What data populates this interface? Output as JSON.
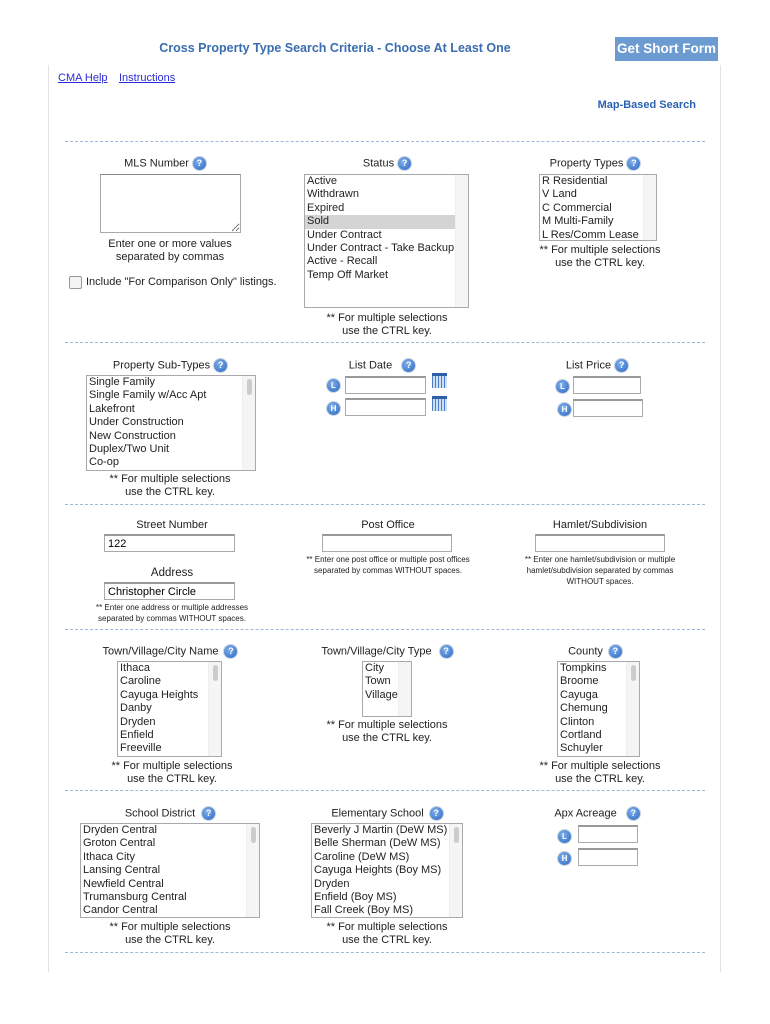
{
  "header": {
    "title": "Cross Property Type Search Criteria - Choose At Least One",
    "short_form_button": "Get Short Form",
    "links": [
      "CMA Help",
      "Instructions"
    ],
    "map_search": "Map-Based Search"
  },
  "help_glyph": "?",
  "low_glyph": "L",
  "high_glyph": "H",
  "ctrl_note": [
    "** For multiple selections",
    "use the CTRL key."
  ],
  "mls": {
    "label": "MLS Number",
    "value": "",
    "hint": [
      "Enter one or more values",
      "separated by commas"
    ],
    "comparison_checkbox": "Include \"For Comparison Only\" listings.",
    "comparison_checked": false
  },
  "status": {
    "label": "Status",
    "options": [
      "Active",
      "Withdrawn",
      "Expired",
      "Sold",
      "Under Contract",
      "Under Contract - Take Backup",
      "Active - Recall",
      "Temp Off Market"
    ],
    "selected": "Sold"
  },
  "property_types": {
    "label": "Property Types",
    "options": [
      "R Residential",
      "V Land",
      "C Commercial",
      "M Multi-Family",
      "L Res/Comm Lease"
    ]
  },
  "sub_types": {
    "label": "Property Sub-Types",
    "options": [
      "Single Family",
      "Single Family w/Acc Apt",
      "Lakefront",
      "Under Construction",
      "New Construction",
      "Duplex/Two Unit",
      "Co-op"
    ]
  },
  "list_date": {
    "label": "List Date",
    "low": "",
    "high": ""
  },
  "list_price": {
    "label": "List Price",
    "low": "",
    "high": ""
  },
  "street_number": {
    "label": "Street Number",
    "value": "122"
  },
  "address": {
    "label": "Address",
    "value": "Christopher Circle",
    "hint": [
      "** Enter one address or multiple addresses",
      "separated by commas WITHOUT spaces."
    ]
  },
  "post_office": {
    "label": "Post Office",
    "value": "",
    "hint": [
      "** Enter one post office or multiple post offices",
      "separated by commas WITHOUT spaces."
    ]
  },
  "hamlet": {
    "label": "Hamlet/Subdivision",
    "value": "",
    "hint": [
      "** Enter one hamlet/subdivision or multiple",
      "hamlet/subdivision separated by commas",
      "WITHOUT spaces."
    ]
  },
  "town_name": {
    "label": "Town/Village/City Name",
    "options": [
      "Ithaca",
      "Caroline",
      "Cayuga Heights",
      "Danby",
      "Dryden",
      "Enfield",
      "Freeville"
    ]
  },
  "town_type": {
    "label": "Town/Village/City Type",
    "options": [
      "City",
      "Town",
      "Village"
    ]
  },
  "county": {
    "label": "County",
    "options": [
      "Tompkins",
      "Broome",
      "Cayuga",
      "Chemung",
      "Clinton",
      "Cortland",
      "Schuyler"
    ]
  },
  "school_district": {
    "label": "School District",
    "options": [
      "Dryden Central",
      "Groton Central",
      "Ithaca City",
      "Lansing Central",
      "Newfield Central",
      "Trumansburg Central",
      "Candor Central"
    ]
  },
  "elementary_school": {
    "label": "Elementary School",
    "options": [
      "Beverly J Martin (DeW MS)",
      "Belle Sherman (DeW MS)",
      "Caroline (DeW MS)",
      "Cayuga Heights (Boy MS)",
      "Dryden",
      "Enfield (Boy MS)",
      "Fall Creek (Boy MS)"
    ]
  },
  "acreage": {
    "label": "Apx Acreage",
    "low": "",
    "high": ""
  }
}
